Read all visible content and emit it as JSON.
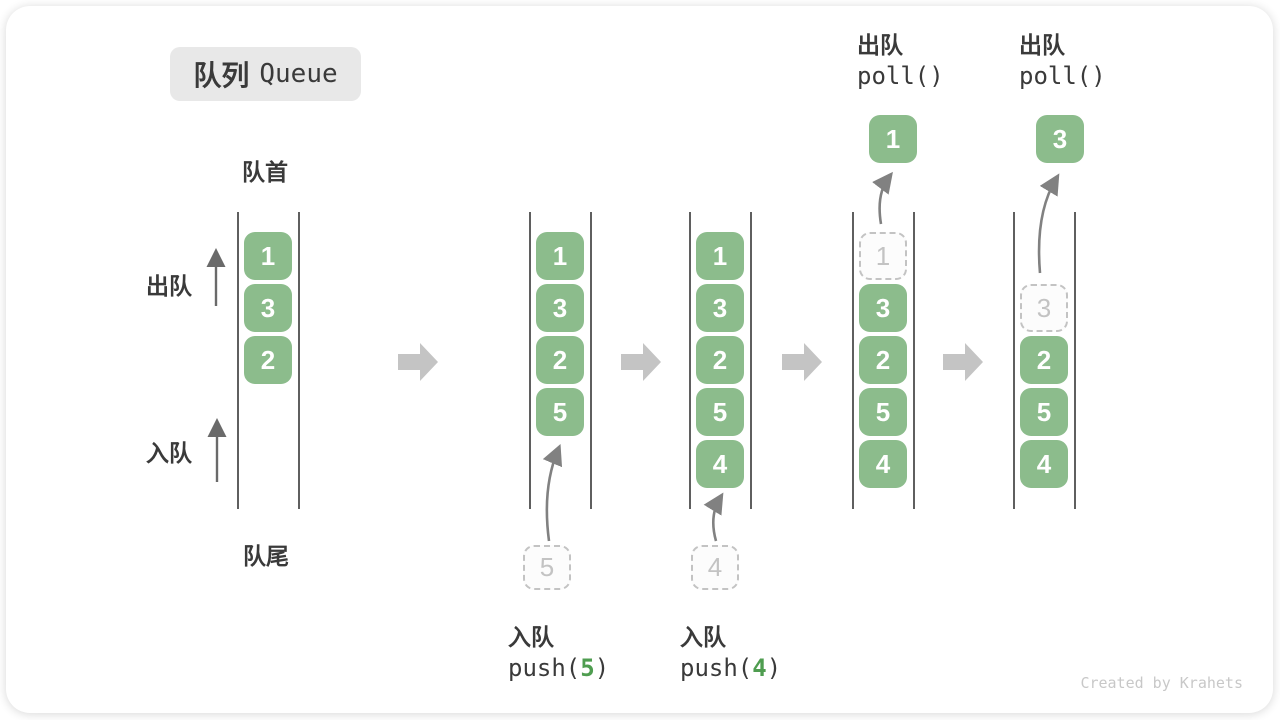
{
  "title": {
    "zh": "队列",
    "en": "Queue"
  },
  "front_label": "队首",
  "rear_label": "队尾",
  "side_labels": {
    "dequeue": "出队",
    "enqueue": "入队"
  },
  "watermark": "Created by Krahets",
  "colors": {
    "cell_green": "#8cbc8c",
    "code_value_green": "#4f9d50",
    "block_arrow_gray": "#c4c4c4",
    "wall_gray": "#5f5f5f",
    "text_dark": "#3a3a3a",
    "dashed_gray": "#c3c3c3",
    "curve_arrow_gray": "#818181",
    "title_bg": "#e8e8e8"
  },
  "states": [
    {
      "name": "state-1-initial",
      "cells": [
        {
          "slot": 0,
          "value": "1",
          "dashed": false
        },
        {
          "slot": 1,
          "value": "3",
          "dashed": false
        },
        {
          "slot": 2,
          "value": "2",
          "dashed": false
        }
      ]
    },
    {
      "name": "state-2-after-push-5",
      "cells": [
        {
          "slot": 0,
          "value": "1",
          "dashed": false
        },
        {
          "slot": 1,
          "value": "3",
          "dashed": false
        },
        {
          "slot": 2,
          "value": "2",
          "dashed": false
        },
        {
          "slot": 3,
          "value": "5",
          "dashed": false
        }
      ],
      "below_box": {
        "value": "5"
      },
      "op": {
        "zh": "入队",
        "code_pre": "push(",
        "code_val": "5",
        "code_post": ")"
      }
    },
    {
      "name": "state-3-after-push-4",
      "cells": [
        {
          "slot": 0,
          "value": "1",
          "dashed": false
        },
        {
          "slot": 1,
          "value": "3",
          "dashed": false
        },
        {
          "slot": 2,
          "value": "2",
          "dashed": false
        },
        {
          "slot": 3,
          "value": "5",
          "dashed": false
        },
        {
          "slot": 4,
          "value": "4",
          "dashed": false
        }
      ],
      "below_box": {
        "value": "4"
      },
      "op": {
        "zh": "入队",
        "code_pre": "push(",
        "code_val": "4",
        "code_post": ")"
      }
    },
    {
      "name": "state-4-after-poll-1",
      "cells": [
        {
          "slot": 0,
          "value": "1",
          "dashed": true
        },
        {
          "slot": 1,
          "value": "3",
          "dashed": false
        },
        {
          "slot": 2,
          "value": "2",
          "dashed": false
        },
        {
          "slot": 3,
          "value": "5",
          "dashed": false
        },
        {
          "slot": 4,
          "value": "4",
          "dashed": false
        }
      ],
      "above_box": {
        "value": "1"
      },
      "op": {
        "zh": "出队",
        "code_pre": "poll()",
        "code_val": "",
        "code_post": ""
      }
    },
    {
      "name": "state-5-after-poll-3",
      "cells": [
        {
          "slot": 1,
          "value": "3",
          "dashed": true
        },
        {
          "slot": 2,
          "value": "2",
          "dashed": false
        },
        {
          "slot": 3,
          "value": "5",
          "dashed": false
        },
        {
          "slot": 4,
          "value": "4",
          "dashed": false
        }
      ],
      "above_box": {
        "value": "3"
      },
      "op": {
        "zh": "出队",
        "code_pre": "poll()",
        "code_val": "",
        "code_post": ""
      }
    }
  ]
}
